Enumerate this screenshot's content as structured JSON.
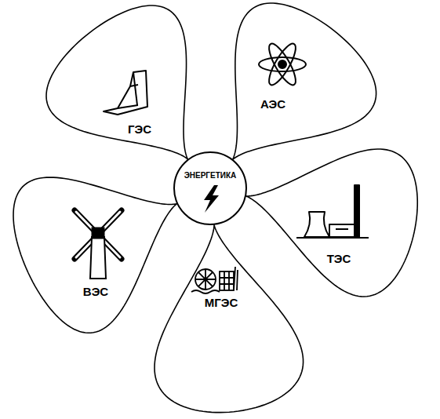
{
  "diagram": {
    "nodes": [
      {
        "text": [
          "ЭНЕРГЕТИКА"
        ]
      },
      {
        "text": [
          "ГЭС"
        ]
      },
      {
        "text": [
          "АЭС"
        ]
      },
      {
        "text": [
          "ТЭС"
        ]
      },
      {
        "text": [
          "МГЭС"
        ]
      },
      {
        "text": [
          "ВЭС"
        ]
      }
    ]
  }
}
